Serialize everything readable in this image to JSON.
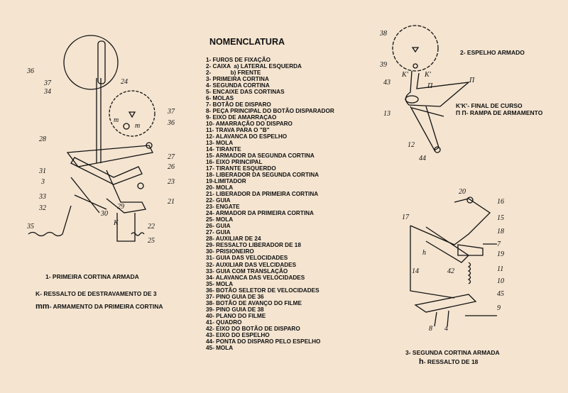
{
  "title": "NOMENCLATURA",
  "items": [
    "1- FUROS DE FIXAÇÃO",
    "2- CAIXA  a) LATERAL ESQUERDA",
    "2-            b) FRENTE",
    "3- PRIMEIRA CORTINA",
    "4- SEGUNDA CORTINA",
    "5- ENCAIXE DAS CORTINAS",
    "6- MOLAS",
    "7- BOTÃO DE DISPARO",
    "8- PEÇA PRINCIPAL DO BOTÃO DISPARADOR",
    "9- EIXO DE AMARRAÇAO",
    "10- AMARRAÇÃO DO DISPARO",
    "11- TRAVA PARA O \"B\"",
    "12- ALAVANCA DO ESPELHO",
    "13- MOLA",
    "14- TIRANTE",
    "15- ARMADOR DA SEGUNDA CORTINA",
    "16- EIXO PRINCIPAL",
    "17- TIRANTE ESQUERDO",
    "18- LIBERADOR DA SEGUNDA CORTINA",
    "19-LIMITADOR",
    "20- MOLA",
    "21- LIBERADOR DA PRIMEIRA CORTINA",
    "22- GUIA",
    "23- ENGATE",
    "24- ARMADOR DA PRIMEIRA CORTINA",
    "25- MOLA",
    "26- GUIA",
    "27- GUIA",
    "28- AUXILIAR DE 24",
    "29- RESSALTO LIBERADOR DE 18",
    "30- PRISIONEIRO",
    "31- GUIA DAS VELOCIDADES",
    "32- AUXILIAR DAS VELCIDADES",
    "33- GUIA COM TRANSLAÇÃO",
    "34- ALAVANCA DAS VELOCIDADES",
    "35- MOLA",
    "36- BOTÃO SELETOR DE VELOCIDADES",
    "37- PINO GUIA DE 36",
    "38- BOTÃO DE AVANÇO DO FILME",
    "39- PINO GUIA DE 38",
    "40- PLANO DO FILME",
    "41- QUADRO",
    "42- EIXO DO BOTÃO DE DISPARO",
    "43- EIXO DO ESPELHO",
    "44- PONTA DO DISPARO PELO ESPELHO",
    "45- MOLA"
  ],
  "fig1": {
    "caption": "1- PRIMEIRA CORTINA ARMADA",
    "note_k_key": "K",
    "note_k": "- RESSALTO DE DESTRAVAMENTO DE 3",
    "note_mm_key": "mm",
    "note_mm": "- ARMAMENTO DA PRIMEIRA CORTINA",
    "labels": [
      "36",
      "37",
      "34",
      "24",
      "m",
      "m",
      "37",
      "36",
      "28",
      "27",
      "31",
      "26",
      "3",
      "23",
      "33",
      "21",
      "32",
      "30",
      "29",
      "K",
      "22",
      "35",
      "25"
    ]
  },
  "fig2": {
    "caption": "2- ESPELHO ARMADO",
    "note_k": "K'K'- FINAL DE CURSO",
    "note_n_key": "Π Π",
    "note_n": "- RAMPA DE ARMAMENTO",
    "labels": [
      "38",
      "39",
      "K'",
      "K'",
      "43",
      "Π",
      "Π",
      "13",
      "12",
      "44"
    ]
  },
  "fig3": {
    "caption": "3- SEGUNDA CORTINA ARMADA",
    "note_h_key": "h",
    "note_h": "- RESSALTO DE 18",
    "labels": [
      "20",
      "16",
      "15",
      "17",
      "18",
      "7",
      "h",
      "19",
      "42",
      "14",
      "11",
      "10",
      "45",
      "9",
      "8",
      "4"
    ]
  }
}
